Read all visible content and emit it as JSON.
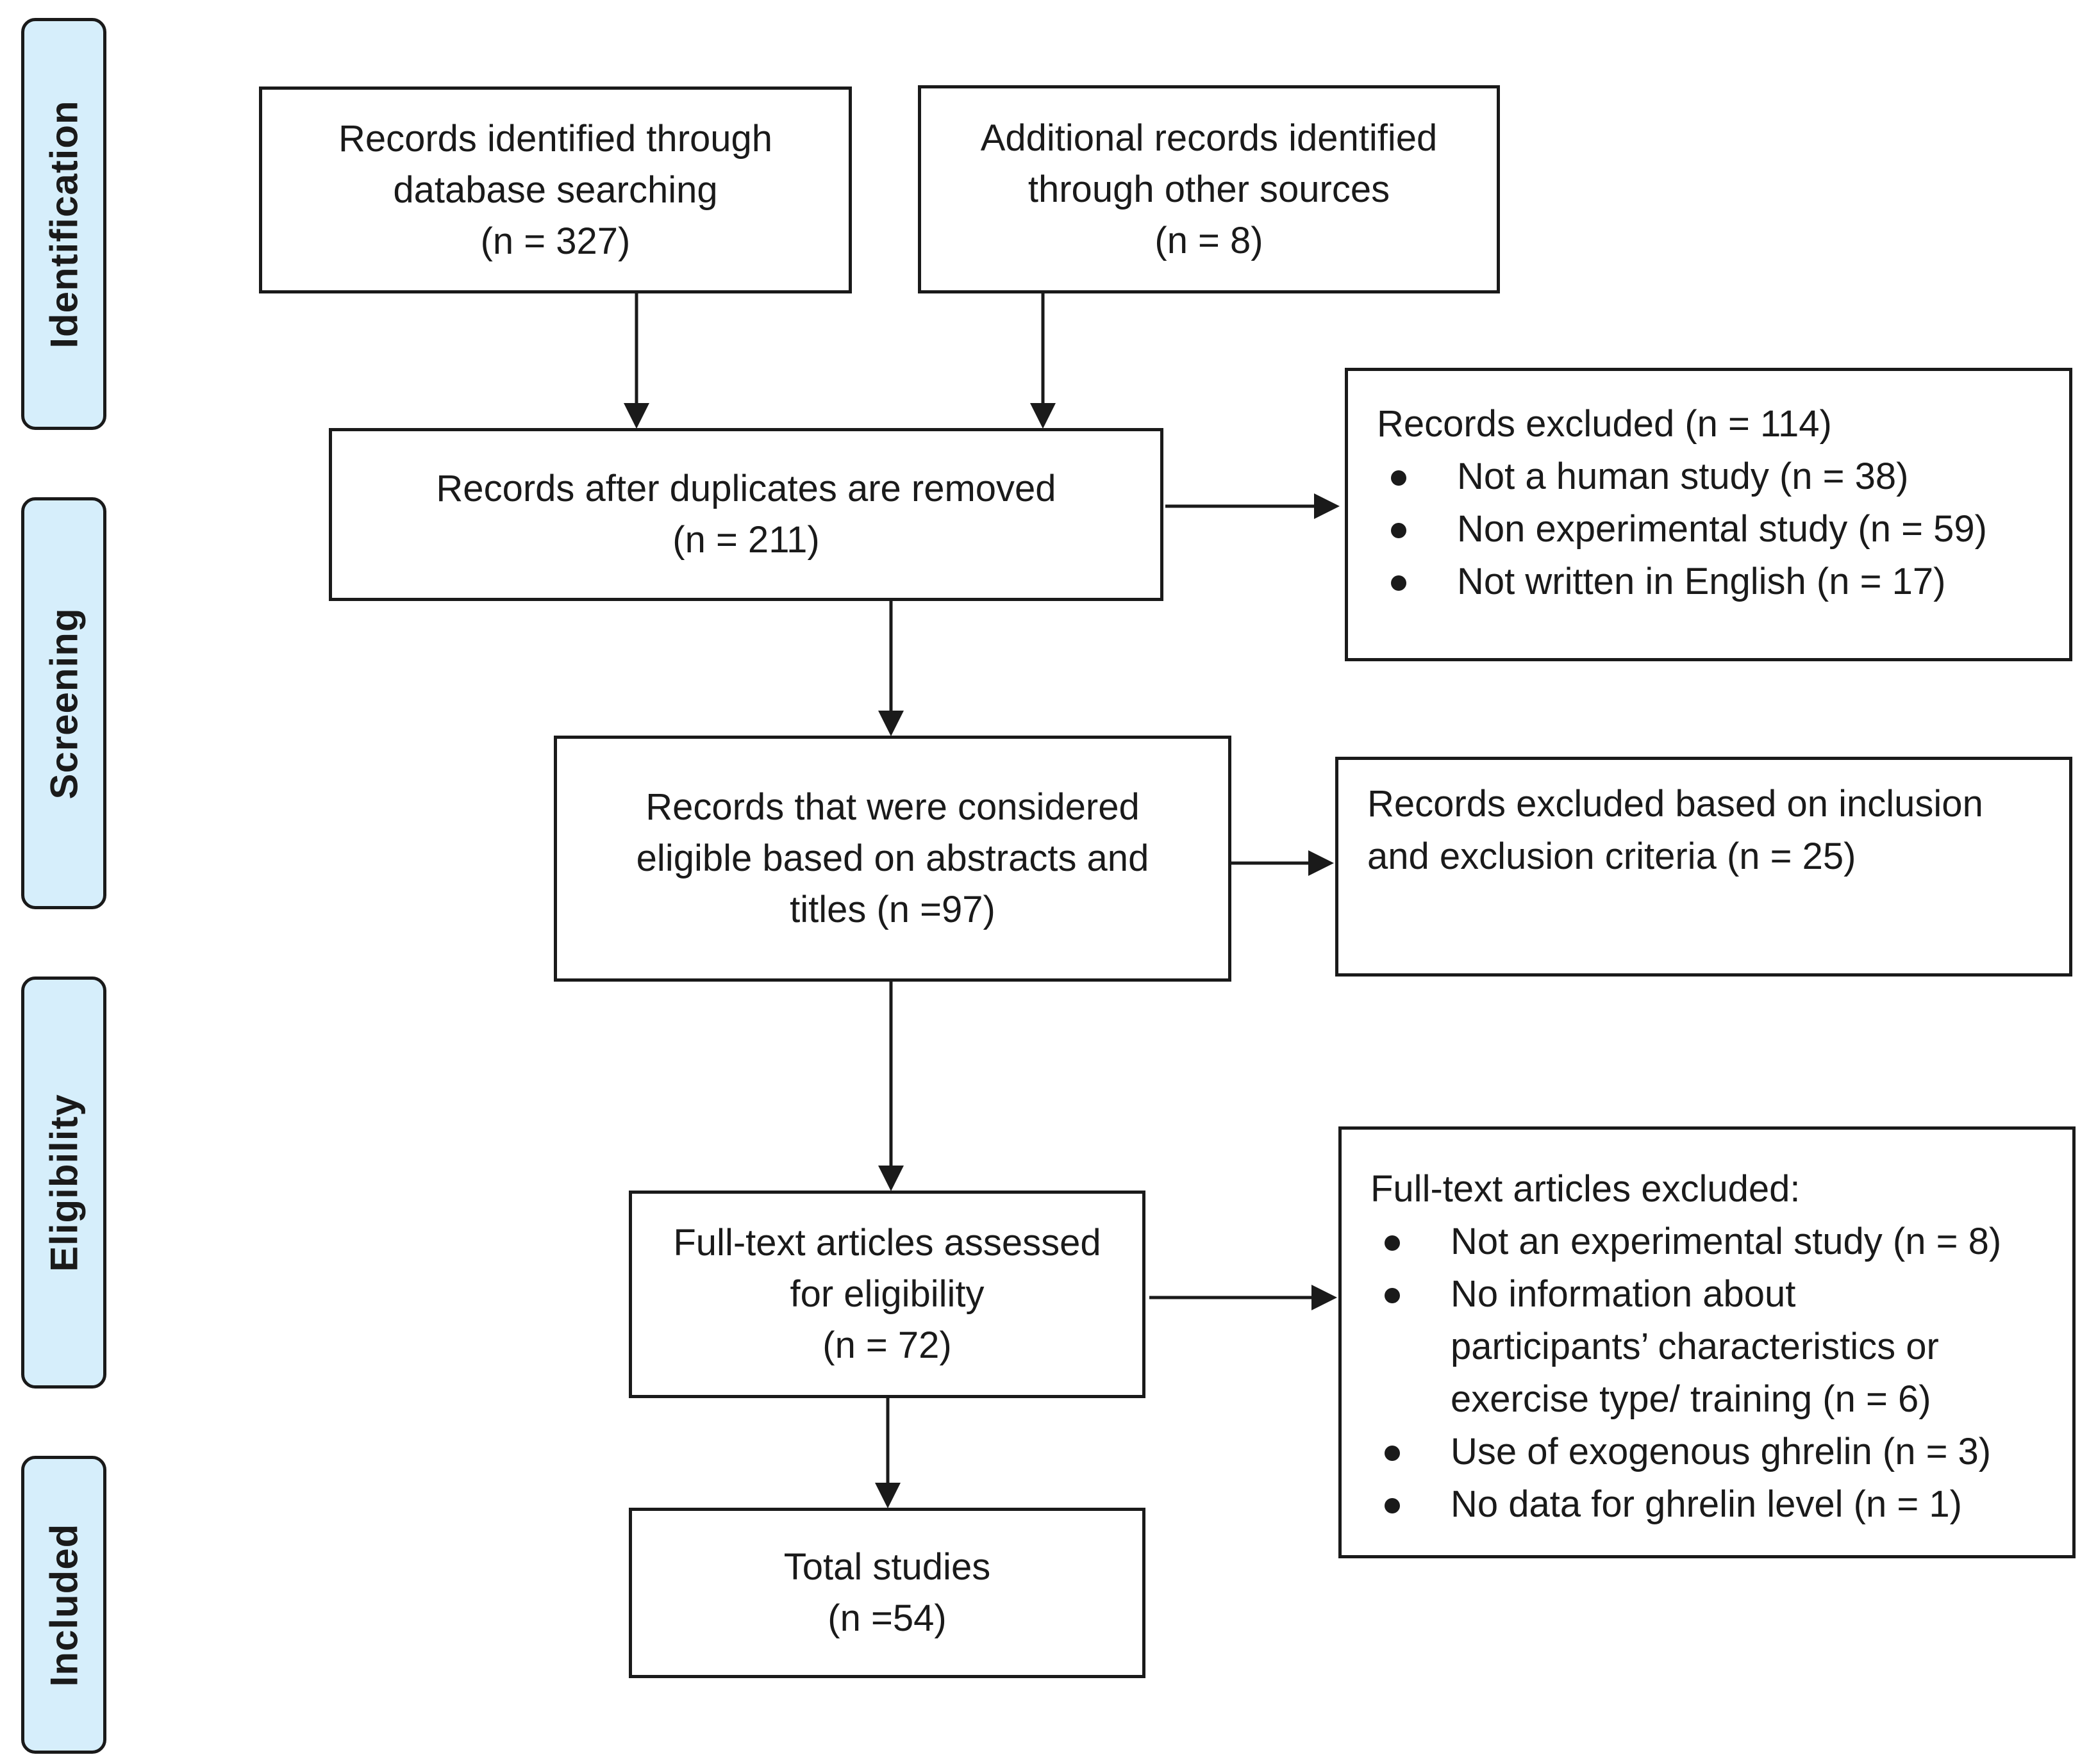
{
  "phases": {
    "identification": "Identification",
    "screening": "Screening",
    "eligibility": "Eligibility",
    "included": "Included"
  },
  "boxes": {
    "database_search": {
      "lines": [
        "Records identified through",
        "database searching",
        "(n = 327)"
      ]
    },
    "other_sources": {
      "lines": [
        "Additional records identified",
        "through other sources",
        "(n = 8)"
      ]
    },
    "after_duplicates": {
      "lines": [
        "Records after duplicates are removed",
        "(n = 211)"
      ]
    },
    "excluded_records": {
      "heading": "Records excluded (n = 114)",
      "items": [
        "Not a human study (n = 38)",
        "Non experimental study (n = 59)",
        "Not written in English (n = 17)"
      ]
    },
    "eligible_abstracts": {
      "lines": [
        "Records that were considered",
        "eligible based on abstracts and",
        "titles (n =97)"
      ]
    },
    "excluded_criteria": {
      "lines": [
        "Records excluded based on inclusion",
        "and exclusion criteria (n = 25)"
      ]
    },
    "fulltext_assessed": {
      "lines": [
        "Full-text articles assessed",
        "for eligibility",
        "(n = 72)"
      ]
    },
    "fulltext_excluded": {
      "heading": "Full-text articles excluded:",
      "items": [
        [
          "Not an experimental study (n = 8)"
        ],
        [
          "No information about",
          "participants’ characteristics or",
          "exercise type/ training (n = 6)"
        ],
        [
          "Use of exogenous ghrelin (n = 3)"
        ],
        [
          "No data for ghrelin level (n = 1)"
        ]
      ]
    },
    "total_studies": {
      "lines": [
        "Total studies",
        "(n =54)"
      ]
    }
  }
}
